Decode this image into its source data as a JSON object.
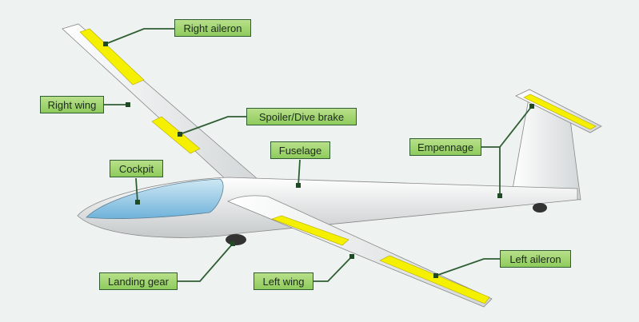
{
  "title": "Glider components",
  "labels": {
    "right_aileron": "Right aileron",
    "right_wing": "Right wing",
    "spoiler": "Spoiler/Dive brake",
    "fuselage": "Fuselage",
    "empennage": "Empennage",
    "cockpit": "Cockpit",
    "left_aileron": "Left aileron",
    "landing_gear": "Landing gear",
    "left_wing": "Left wing"
  },
  "colors": {
    "label_fill": "#9fd46a",
    "label_border": "#2f5e33",
    "control_surface": "#f5f000",
    "canopy": "#8ec8e6",
    "background": "#eef3f2"
  }
}
